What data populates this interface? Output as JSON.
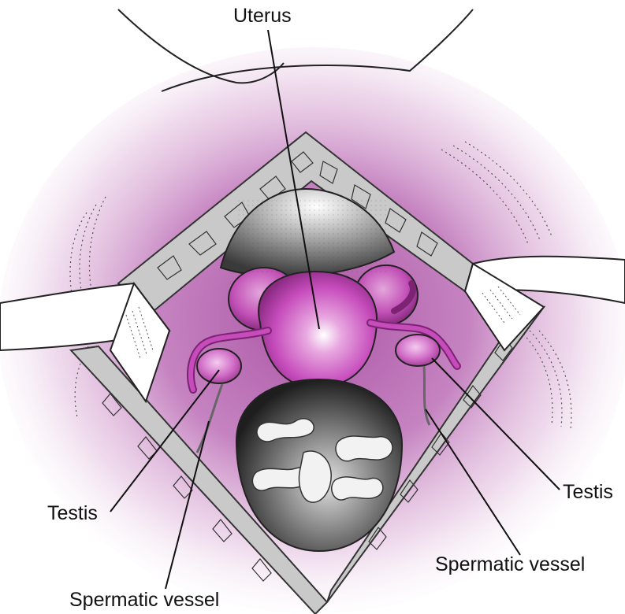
{
  "labels": {
    "uterus": "Uterus",
    "testis_left": "Testis",
    "testis_right": "Testis",
    "spermatic_vessel_left": "Spermatic vessel",
    "spermatic_vessel_right": "Spermatic vessel"
  },
  "colors": {
    "background": "#ffffff",
    "cavity_glow": "#a64aa0",
    "organ_magenta": "#c64cbc",
    "organ_magenta_dark": "#7d2374",
    "tissue_gray": "#c9c9c9",
    "tissue_outline": "#333333",
    "bladder_dark": "#2a2a2a",
    "bowel_light": "#f2f2f2",
    "leader_line": "#111111"
  },
  "icons": {
    "drape": "surgical-drape-icon",
    "retractor": "retractor-blade-icon"
  }
}
